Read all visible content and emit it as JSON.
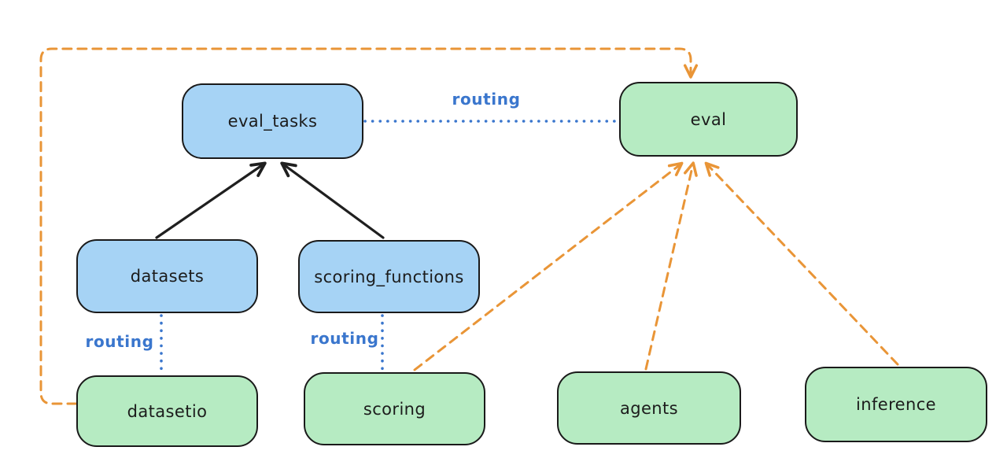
{
  "colors": {
    "api_fill": "#a6d3f5",
    "provider_fill": "#b6ebc2",
    "node_stroke": "#1a1a1a",
    "routing_blue": "#3a76cd",
    "edge_orange": "#e99537",
    "arrow_black": "#1f1f1f",
    "text_color": "#1c1c1c",
    "background": "#ffffff"
  },
  "nodes": [
    {
      "id": "eval_tasks",
      "label": "eval_tasks",
      "kind": "api"
    },
    {
      "id": "eval",
      "label": "eval",
      "kind": "provider"
    },
    {
      "id": "datasets",
      "label": "datasets",
      "kind": "api"
    },
    {
      "id": "scoring_functions",
      "label": "scoring_functions",
      "kind": "api"
    },
    {
      "id": "datasetio",
      "label": "datasetio",
      "kind": "provider"
    },
    {
      "id": "scoring",
      "label": "scoring",
      "kind": "provider"
    },
    {
      "id": "agents",
      "label": "agents",
      "kind": "provider"
    },
    {
      "id": "inference",
      "label": "inference",
      "kind": "provider"
    }
  ],
  "edges": [
    {
      "from": "datasets",
      "to": "eval_tasks",
      "style": "solid",
      "color": "black",
      "label": ""
    },
    {
      "from": "scoring_functions",
      "to": "eval_tasks",
      "style": "solid",
      "color": "black",
      "label": ""
    },
    {
      "from": "eval_tasks",
      "to": "eval",
      "style": "dotted",
      "color": "blue",
      "label": "routing"
    },
    {
      "from": "datasets",
      "to": "datasetio",
      "style": "dotted",
      "color": "blue",
      "label": "routing"
    },
    {
      "from": "scoring_functions",
      "to": "scoring",
      "style": "dotted",
      "color": "blue",
      "label": "routing"
    },
    {
      "from": "datasetio",
      "to": "eval",
      "style": "dashed",
      "color": "orange",
      "label": ""
    },
    {
      "from": "scoring",
      "to": "eval",
      "style": "dashed",
      "color": "orange",
      "label": ""
    },
    {
      "from": "agents",
      "to": "eval",
      "style": "dashed",
      "color": "orange",
      "label": ""
    },
    {
      "from": "inference",
      "to": "eval",
      "style": "dashed",
      "color": "orange",
      "label": ""
    }
  ]
}
